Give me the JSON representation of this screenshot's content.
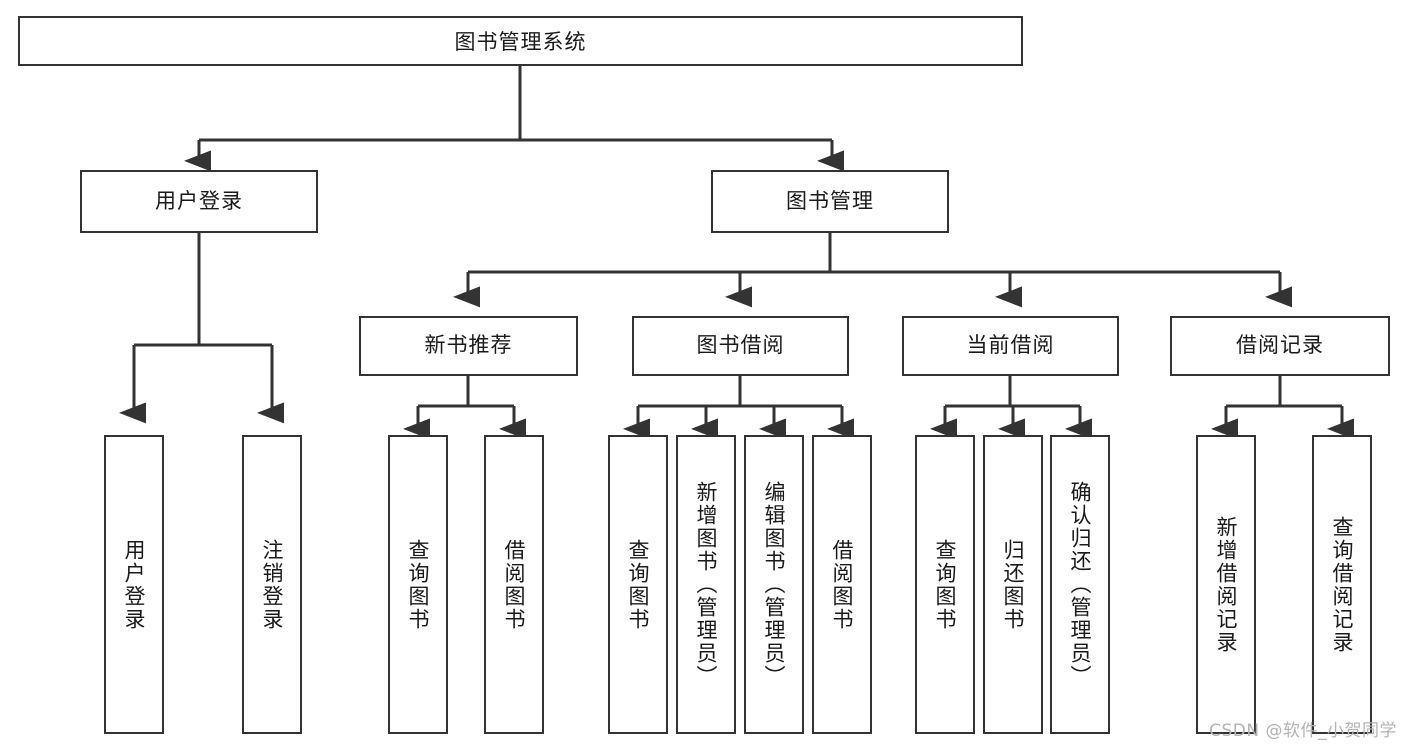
{
  "diagram": {
    "type": "tree-hierarchy",
    "title": "图书管理系统",
    "watermark": "CSDN @软件_小贺同学",
    "colors": {
      "stroke": "#333333",
      "fill": "#ffffff",
      "text": "#1a1a1a",
      "watermark": "#b4b4b4"
    },
    "levels": {
      "root": {
        "label": "图书管理系统"
      },
      "level2": [
        {
          "label": "用户登录"
        },
        {
          "label": "图书管理"
        }
      ],
      "level3": [
        {
          "label": "新书推荐"
        },
        {
          "label": "图书借阅"
        },
        {
          "label": "当前借阅"
        },
        {
          "label": "借阅记录"
        }
      ],
      "leaves": {
        "user_login": [
          {
            "label": "用户登录"
          },
          {
            "label": "注销登录"
          }
        ],
        "new_book_rec": [
          {
            "label": "查询图书"
          },
          {
            "label": "借阅图书"
          }
        ],
        "book_borrow": [
          {
            "label": "查询图书"
          },
          {
            "label": "新增图书（管理员）"
          },
          {
            "label": "编辑图书（管理员）"
          },
          {
            "label": "借阅图书"
          }
        ],
        "current_borrow": [
          {
            "label": "查询图书"
          },
          {
            "label": "归还图书"
          },
          {
            "label": "确认归还（管理员）"
          }
        ],
        "borrow_record": [
          {
            "label": "新增借阅记录"
          },
          {
            "label": "查询借阅记录"
          }
        ]
      }
    }
  }
}
